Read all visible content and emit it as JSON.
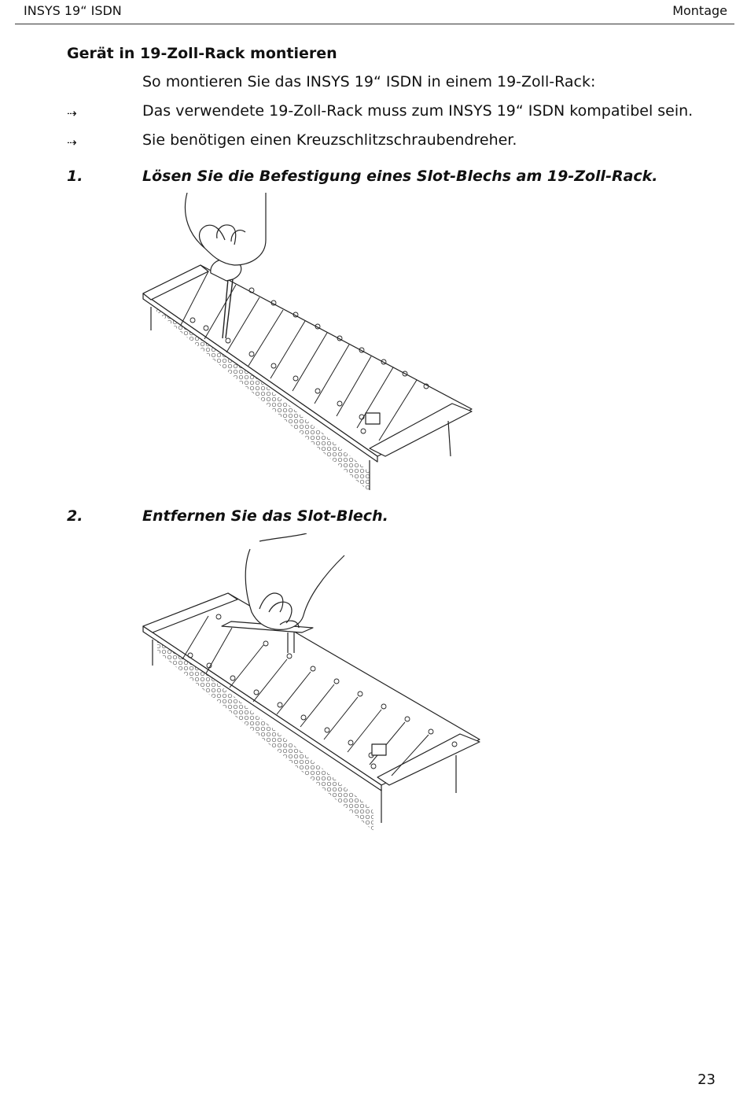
{
  "header": {
    "left": "INSYS 19“ ISDN",
    "right": "Montage"
  },
  "section": {
    "title": "Gerät in 19-Zoll-Rack montieren",
    "intro": "So montieren Sie das INSYS 19“ ISDN in einem 19-Zoll-Rack:",
    "bullet_symbol": "⇢",
    "prerequisites": [
      "Das verwendete 19-Zoll-Rack muss zum INSYS 19“ ISDN kompatibel sein.",
      "Sie benötigen einen Kreuzschlitzschraubendreher."
    ]
  },
  "steps": [
    {
      "number": "1.",
      "text": "Lösen Sie die Befestigung eines Slot-Blechs am 19-Zoll-Rack."
    },
    {
      "number": "2.",
      "text": "Entfernen Sie das Slot-Blech."
    }
  ],
  "page_number": "23"
}
